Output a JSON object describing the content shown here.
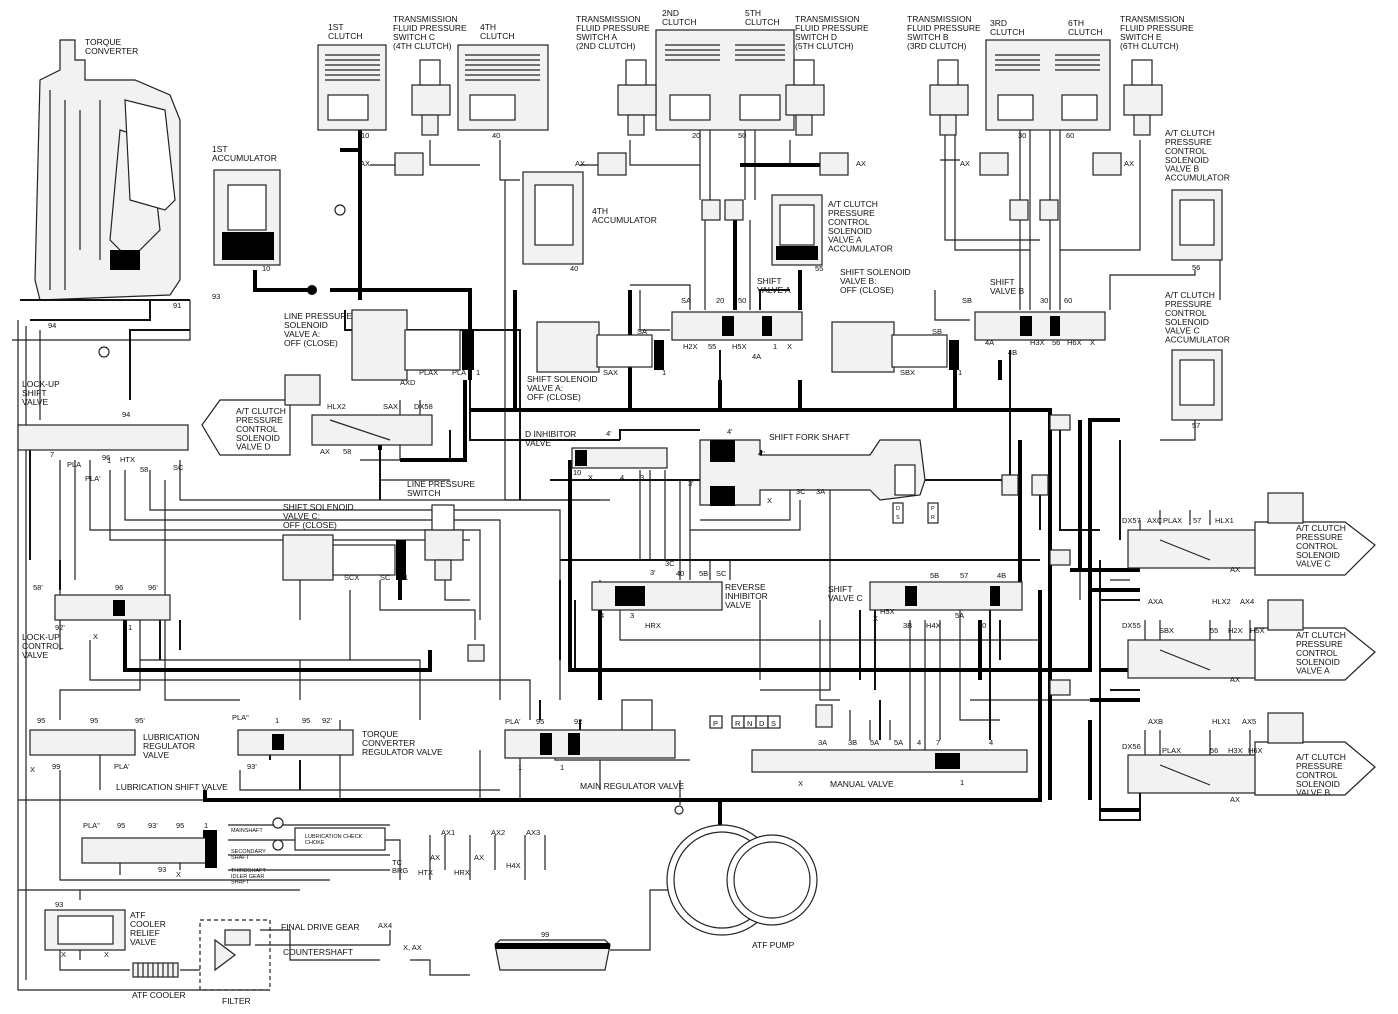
{
  "labels": {
    "torque_converter": "TORQUE\nCONVERTER",
    "clutch_1st": "1ST\nCLUTCH",
    "clutch_4th": "4TH\nCLUTCH",
    "clutch_2nd": "2ND\nCLUTCH",
    "clutch_5th": "5TH\nCLUTCH",
    "clutch_3rd": "3RD\nCLUTCH",
    "clutch_6th": "6TH\nCLUTCH",
    "tfps_c": "TRANSMISSION\nFLUID PRESSURE\nSWITCH C\n(4TH CLUTCH)",
    "tfps_a": "TRANSMISSION\nFLUID PRESSURE\nSWITCH A\n(2ND CLUTCH)",
    "tfps_d": "TRANSMISSION\nFLUID PRESSURE\nSWITCH D\n(5TH CLUTCH)",
    "tfps_b": "TRANSMISSION\nFLUID PRESSURE\nSWITCH B\n(3RD CLUTCH)",
    "tfps_e": "TRANSMISSION\nFLUID PRESSURE\nSWITCH E\n(6TH CLUTCH)",
    "accumulator_1st": "1ST\nACCUMULATOR",
    "accumulator_4th": "4TH\nACCUMULATOR",
    "atc_a_accumulator": "A/T CLUTCH\nPRESSURE\nCONTROL\nSOLENOID\nVALVE A\nACCUMULATOR",
    "atc_b_accumulator": "A/T CLUTCH\nPRESSURE\nCONTROL\nSOLENOID\nVALVE B\nACCUMULATOR",
    "atc_c_accumulator": "A/T CLUTCH\nPRESSURE\nCONTROL\nSOLENOID\nVALVE C\nACCUMULATOR",
    "line_pressure_solenoid": "LINE PRESSURE\nSOLENOID\nVALVE A:\nOFF (CLOSE)",
    "shift_solenoid_a": "SHIFT SOLENOID\nVALVE A:\nOFF (CLOSE)",
    "shift_solenoid_b": "SHIFT SOLENOID\nVALVE B:\nOFF (CLOSE)",
    "shift_solenoid_c": "SHIFT SOLENOID\nVALVE C:\nOFF (CLOSE)",
    "shift_valve_a": "SHIFT\nVALVE A",
    "shift_valve_b": "SHIFT\nVALVE B",
    "shift_valve_c": "SHIFT\nVALVE C",
    "atc_d": "A/T CLUTCH\nPRESSURE\nCONTROL\nSOLENOID\nVALVE D",
    "atc_c": "A/T CLUTCH\nPRESSURE\nCONTROL\nSOLENOID\nVALVE C",
    "atc_a": "A/T CLUTCH\nPRESSURE\nCONTROL\nSOLENOID\nVALVE A",
    "atc_b": "A/T CLUTCH\nPRESSURE\nCONTROL\nSOLENOID\nVALVE B",
    "lockup_shift_valve": "LOCK-UP\nSHIFT\nVALVE",
    "lockup_control_valve": "LOCK-UP\nCONTROL\nVALVE",
    "d_inhibitor_valve": "D INHIBITOR\nVALVE",
    "shift_fork_shaft": "SHIFT FORK SHAFT",
    "line_pressure_switch": "LINE PRESSURE\nSWITCH",
    "reverse_inhibitor_valve": "REVERSE\nINHIBITOR\nVALVE",
    "lubrication_regulator_valve": "LUBRICATION\nREGULATOR\nVALVE",
    "torque_converter_regulator_valve": "TORQUE\nCONVERTER\nREGULATOR VALVE",
    "main_regulator_valve": "MAIN REGULATOR VALVE",
    "lubrication_shift_valve": "LUBRICATION SHIFT VALVE",
    "manual_valve": "MANUAL VALVE",
    "atf_cooler_relief_valve": "ATF\nCOOLER\nRELIEF\nVALVE",
    "atf_cooler": "ATF COOLER",
    "filter": "FILTER",
    "final_drive_gear": "FINAL DRIVE GEAR",
    "countershaft": "COUNTERSHAFT",
    "atf_pump": "ATF PUMP",
    "x_ax": "X, AX",
    "mainshaft": "MAINSHAFT",
    "secondary_shaft": "SECONDARY\nSHAFT",
    "third_shaft": "THIRDSHAFT\nIDLER GEAR\nSHAFT",
    "lubrication_check_choke": "LUBRICATION CHECK\nCHOKE",
    "tc_brg": "TC\nBRG"
  },
  "shift_positions": [
    "P",
    "R",
    "N",
    "D",
    "S"
  ],
  "port_labels": {
    "ax": "AX",
    "x": "X",
    "sa": "SA",
    "sb": "SB",
    "sc": "SC",
    "sax": "SAX",
    "sbx": "SBX",
    "scx": "SCX",
    "h2x": "H2X",
    "h3x": "H3X",
    "h4x": "H4X",
    "h5x": "H5X",
    "h6x": "H6X",
    "htx": "HTX",
    "hrx": "HRX",
    "hlx1": "HLX1",
    "hlx2": "HLX2",
    "axc": "AXC",
    "axd": "AXD",
    "axa": "AXA",
    "axb": "AXB",
    "ax1": "AX1",
    "ax2": "AX2",
    "ax3": "AX3",
    "ax4": "AX4",
    "ax5": "AX5",
    "dx55": "DX55",
    "dx56": "DX56",
    "dx57": "DX57",
    "dx58": "DX58",
    "pla": "PLA",
    "pla1": "PLA'",
    "pla2": "PLA\"",
    "plax": "PLAX",
    "p_small": "P",
    "r_small": "R",
    "d_small": "D",
    "s_small": "S"
  },
  "port_numbers": {
    "n1": "1",
    "n3": "3",
    "n3p": "3'",
    "n3pp": "3\"",
    "n4": "4",
    "n4p": "4'",
    "n4pp": "4\"",
    "n4a": "4A",
    "n4b": "4B",
    "n5a": "5A",
    "n5b": "5B",
    "n3a": "3A",
    "n3b": "3B",
    "n3c": "3C",
    "n7": "7",
    "n10": "10",
    "n20": "20",
    "n30": "30",
    "n40": "40",
    "n50": "50",
    "n60": "60",
    "n55": "55",
    "n56": "56",
    "n57": "57",
    "n58": "58",
    "n58p": "58'",
    "n91": "91",
    "n92": "92",
    "n92p": "92'",
    "n93": "93",
    "n93p": "93'",
    "n94": "94",
    "n95": "95",
    "n95p": "95'",
    "n96": "96",
    "n96p": "96'",
    "n99": "99"
  },
  "colors": {
    "line": "#000000",
    "fill": "#f2f2f2",
    "dark_fill": "#000000",
    "background": "#ffffff"
  }
}
